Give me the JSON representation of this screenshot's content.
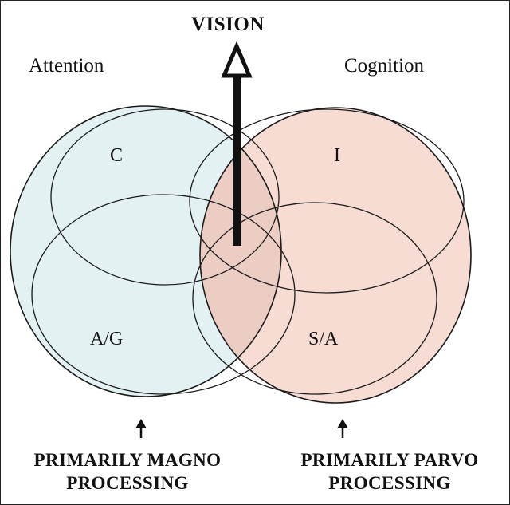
{
  "title": "VISION",
  "left_label": "Attention",
  "right_label": "Cognition",
  "regions": {
    "top_left": "C",
    "top_right": "I",
    "bottom_left": "A/G",
    "bottom_right": "S/A"
  },
  "captions": {
    "left_line1": "PRIMARILY MAGNO",
    "left_line2": "PROCESSING",
    "right_line1": "PRIMARILY PARVO",
    "right_line2": "PROCESSING"
  },
  "colors": {
    "left_fill": "#e3f1f2",
    "right_fill": "#f6dcd2",
    "overlap_fill": "#eccdc4",
    "stroke": "#1a1a1a"
  }
}
